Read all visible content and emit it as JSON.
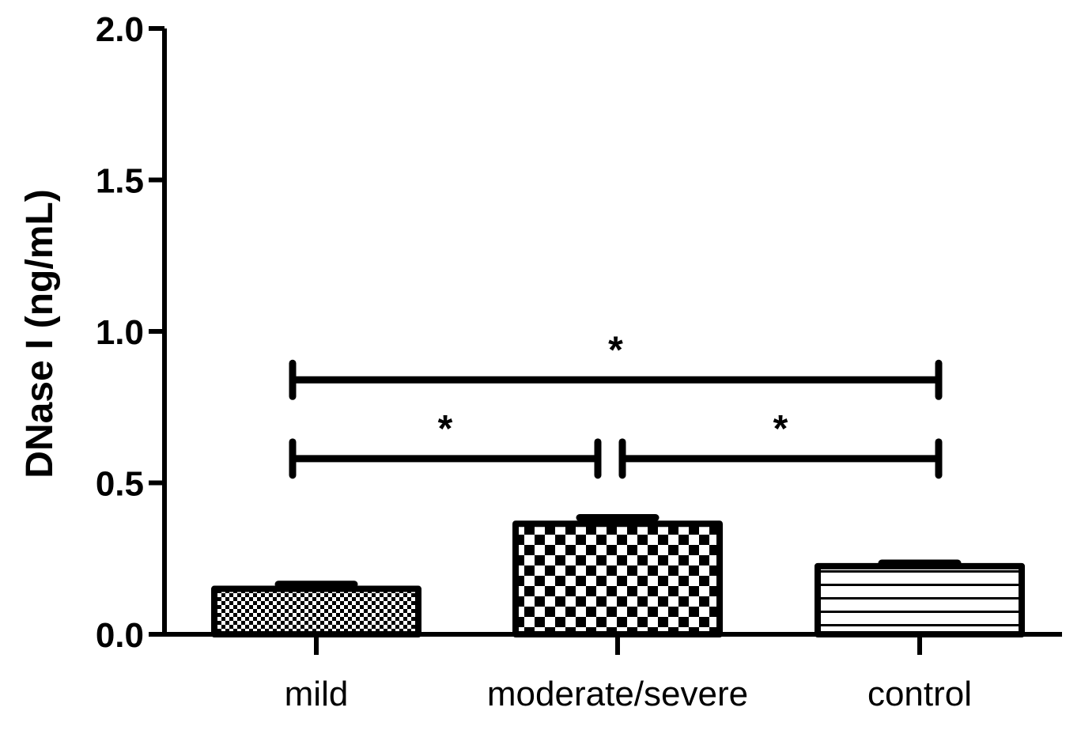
{
  "chart_data": {
    "type": "bar",
    "title": "",
    "xlabel": "",
    "ylabel": "DNase  I (ng/mL)",
    "ylim": [
      0,
      2.0
    ],
    "yticks": [
      "0.0",
      "0.5",
      "1.0",
      "1.5",
      "2.0"
    ],
    "categories": [
      "mild",
      "moderate/severe",
      "control"
    ],
    "values": [
      0.15,
      0.365,
      0.225
    ],
    "errors": [
      0.015,
      0.02,
      0.01
    ],
    "patterns": [
      "fine-checker",
      "coarse-checker",
      "horizontal-lines"
    ],
    "significance": [
      {
        "from": "mild",
        "to": "control",
        "label": "*",
        "y": 0.84
      },
      {
        "from": "mild",
        "to": "moderate/severe",
        "label": "*",
        "y": 0.58
      },
      {
        "from": "moderate/severe",
        "to": "control",
        "label": "*",
        "y": 0.58
      }
    ],
    "grid": false,
    "legend": "none"
  }
}
